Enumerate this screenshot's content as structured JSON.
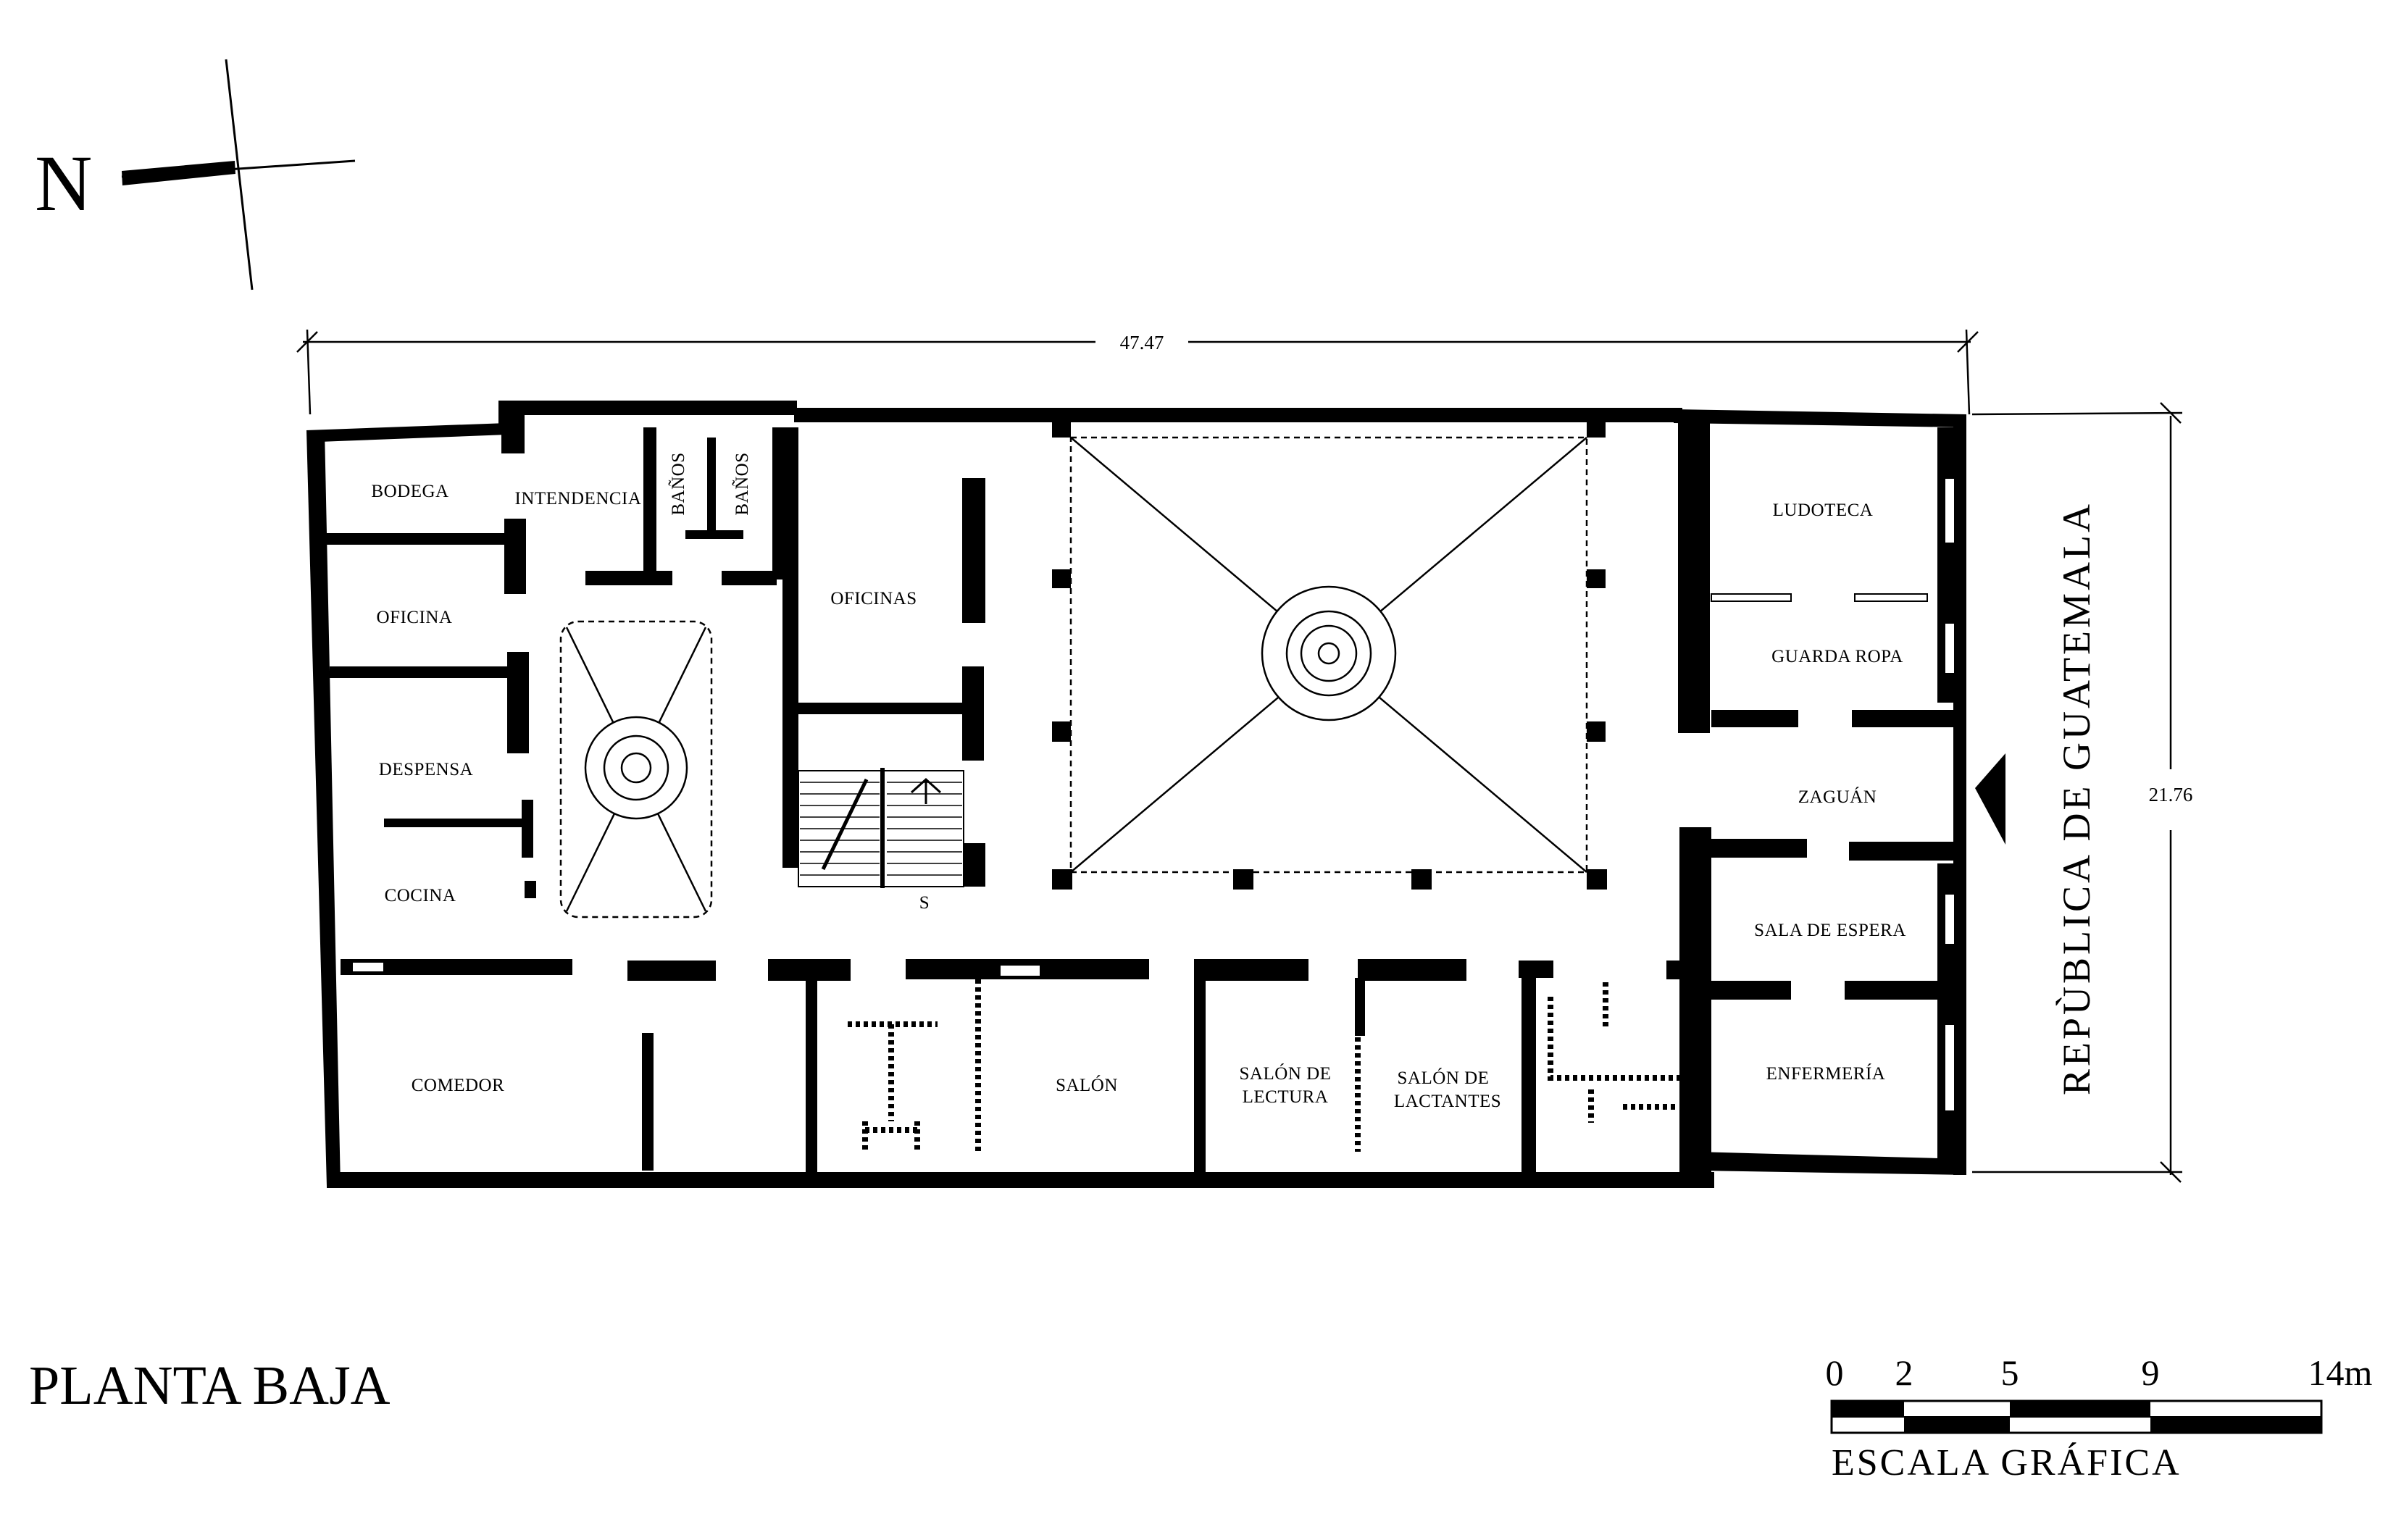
{
  "north_label": "N",
  "dimensions": {
    "width": "47.47",
    "depth": "21.76"
  },
  "street_name": "REPÙBLICA DE GUATEMALA",
  "title": "PLANTA BAJA",
  "rooms": {
    "bodega": "BODEGA",
    "intendencia": "INTENDENCIA",
    "banos_1": "BAÑOS",
    "banos_2": "BAÑOS",
    "oficina": "OFICINA",
    "despensa": "DESPENSA",
    "cocina": "COCINA",
    "oficinas": "OFICINAS",
    "stairs_s": "S",
    "ludoteca": "LUDOTECA",
    "guarda_ropa": "GUARDA ROPA",
    "zaguan": "ZAGUÁN",
    "sala_espera": "SALA DE ESPERA",
    "enfermeria": "ENFERMERÍA",
    "comedor": "COMEDOR",
    "salon": "SALÓN",
    "salon_lectura_1": "SALÓN DE",
    "salon_lectura_2": "LECTURA",
    "salon_lactantes_1": "SALÓN DE",
    "salon_lactantes_2": "LACTANTES"
  },
  "scale": {
    "ticks": [
      "0",
      "2",
      "5",
      "9",
      "14m"
    ],
    "label": "ESCALA GRÁFICA"
  },
  "colors": {
    "wall": "#000000",
    "paper": "#ffffff"
  }
}
